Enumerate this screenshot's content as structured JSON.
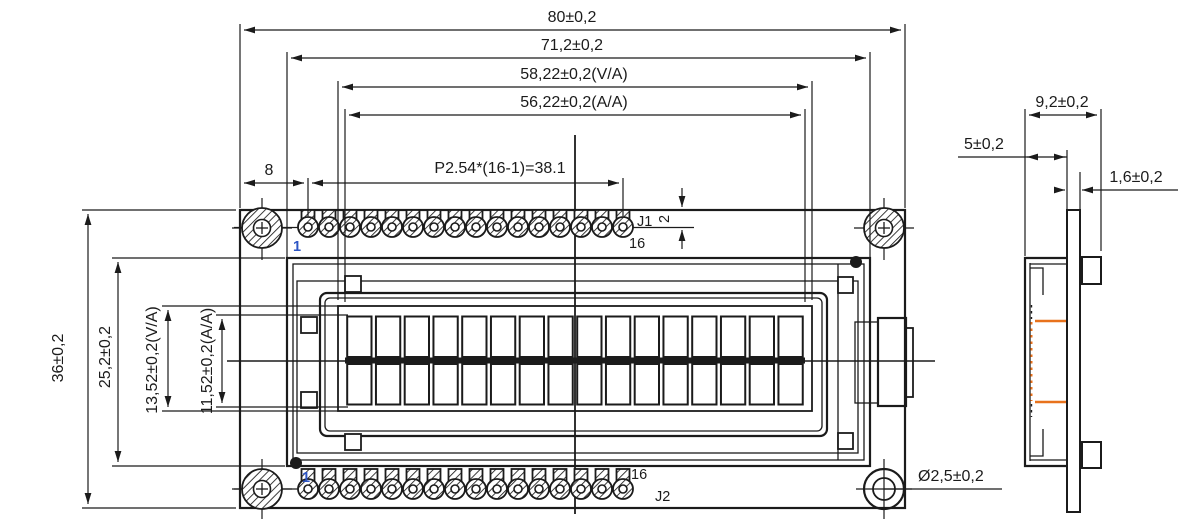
{
  "colors": {
    "line": "#1b1b1b",
    "lcd_glass_orange": "#e8721c",
    "pin_number_blue": "#2d55c4",
    "background": "#ffffff"
  },
  "front_view": {
    "dim_pcb_width": "80±0,2",
    "dim_bezel_width": "71,2±0,2",
    "dim_viewing_area_width": "58,22±0,2(V/A)",
    "dim_active_area_width": "56,22±0,2(A/A)",
    "dim_pin_pitch": "P2.54*(16-1)=38.1",
    "dim_pin1_offset": "8",
    "dim_pin_row_to_edge": "2",
    "dim_pcb_height": "36±0,2",
    "dim_bezel_height": "25,2±0,2",
    "dim_viewing_area_height": "13,52±0,2(V/A)",
    "dim_active_area_height": "11,52±0,2(A/A)",
    "dim_mounting_hole": "Ø2,5±0,2",
    "j1": {
      "name": "J1",
      "pin_first": "1",
      "pin_last": "16"
    },
    "j2": {
      "name": "J2",
      "pin_first": "1",
      "pin_last": "16"
    },
    "pins_per_row": 16,
    "char_columns": 16,
    "char_rows": 2,
    "mounting_holes": 4
  },
  "side_view": {
    "dim_total_depth": "9,2±0,2",
    "dim_bezel_to_pcb": "5±0,2",
    "dim_pcb_thickness": "1,6±0,2"
  }
}
